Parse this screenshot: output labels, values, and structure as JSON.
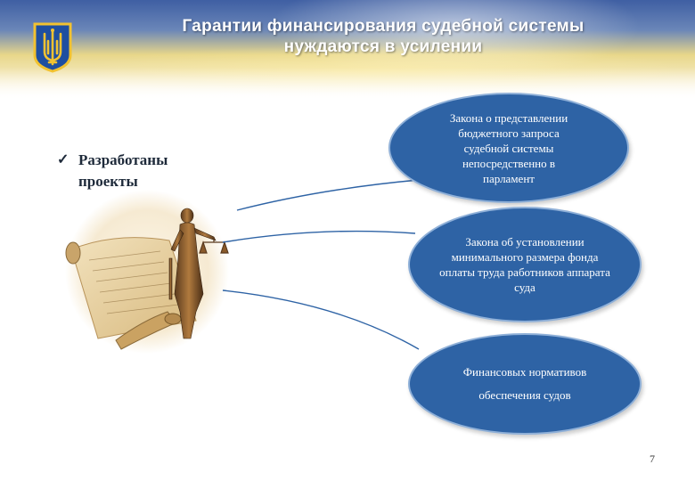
{
  "header": {
    "title_line1": "Гарантии финансирования судебной системы",
    "title_line2": "нуждаются в усилении",
    "emblem": "coat-of-arms-of-ukraine"
  },
  "left": {
    "bullet_icon": "checkmark-icon",
    "bullet_text": "Разработаны проекты",
    "illustration": "justice-statue-with-scroll"
  },
  "items": [
    {
      "text": "Закона о представлении бюджетного запроса судебной системы непосредственно в парламент"
    },
    {
      "text": "Закона об установлении минимального размера фонда оплаты труда работников аппарата суда"
    },
    {
      "text": "Финансовых нормативов обеспечения судов"
    }
  ],
  "colors": {
    "oval_fill": "#2e63a5",
    "oval_border": "#8fb0d8",
    "banner_blue": "#3f5fa3",
    "banner_yellow": "#e8d78a"
  },
  "footer": {
    "page_number": "7"
  }
}
